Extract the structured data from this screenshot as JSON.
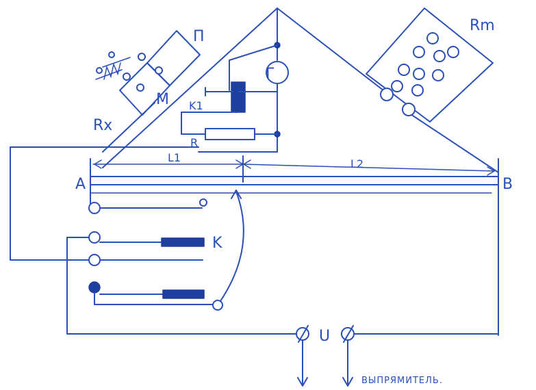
{
  "diagram": {
    "labels": {
      "rm": "Rm",
      "p": "П",
      "g": "Г",
      "m": "M",
      "rx": "Rx",
      "k1": "K1",
      "r": "R",
      "a": "A",
      "b": "B",
      "l1": "L1",
      "l2": "L2",
      "k": "K",
      "u": "U",
      "rectifier": "ВЫПРЯМИТЕЛЬ."
    },
    "colors": {
      "ink": "#2a4fb8",
      "fill": "#1f3f9e"
    }
  }
}
